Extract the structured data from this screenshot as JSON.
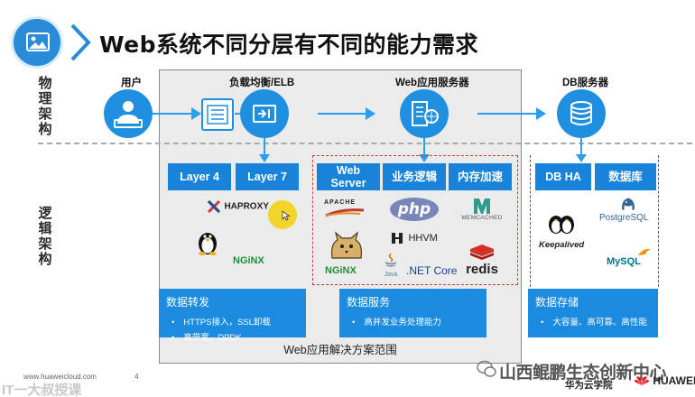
{
  "header": {
    "title": "Web系统不同分层有不同的能力需求"
  },
  "side_labels": {
    "physical": "物理架构",
    "logical": "逻辑架构"
  },
  "physical": {
    "user": "用户",
    "elb": "负载均衡/ELB",
    "web_server": "Web应用服务器",
    "db_server": "DB服务器"
  },
  "logical": {
    "layer4": "Layer 4",
    "layer7": "Layer 7",
    "web_server": "Web Server",
    "business": "业务逻辑",
    "memory": "内存加速",
    "db_ha": "DB HA",
    "database": "数据库"
  },
  "logos": {
    "haproxy": "HAPROXY",
    "nginx1": "NGiNX",
    "apache": "APACHE",
    "php": "php",
    "hhvm": "HHVM",
    "nginx2": "NGiNX",
    "java": "Java",
    "netcore": ".NET Core",
    "memcached": "MEMCACHED",
    "redis": "redis",
    "keepalived": "Keepalived",
    "postgresql": "PostgreSQL",
    "mysql": "MySQL"
  },
  "panels": {
    "forward": {
      "title": "数据转发",
      "items": [
        "HTTPS接入，SSL卸载",
        "高带宽，DPDK"
      ]
    },
    "service": {
      "title": "数据服务",
      "items": [
        "高并发业务处理能力"
      ]
    },
    "storage": {
      "title": "数据存储",
      "items": [
        "大容量、高可靠、高性能"
      ]
    }
  },
  "scope_label": "Web应用解决方案范围",
  "footer": {
    "url": "www.huaweicloud.com",
    "page": "4",
    "watermark_left": "IT一大叔授课",
    "watermark_right": "山西鲲鹏生态创新中心",
    "academy": "华为云学院",
    "huawei": "HUAWEI"
  },
  "colors": {
    "accent": "#1b8be0",
    "arrow": "#2a9ff0",
    "dash_red": "#d23a3a"
  }
}
